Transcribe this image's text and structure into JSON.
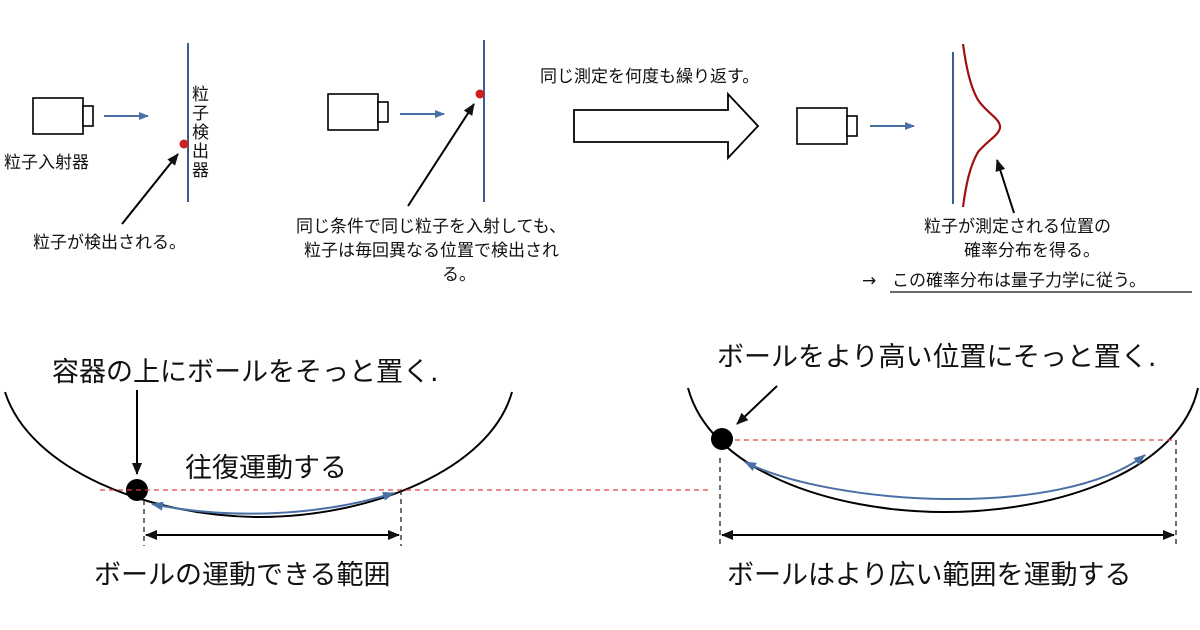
{
  "top": {
    "detector_label": "粒子検出器",
    "emitter_label": "粒子入射器",
    "detected_label": "粒子が検出される。",
    "repeat_label": "同じ測定を何度も繰り返す。",
    "middle_caption": [
      "同じ条件で同じ粒子を入射しても、",
      "粒子は毎回異なる位置で検出され",
      "る。"
    ],
    "right_caption": [
      "粒子が測定される位置の",
      "確率分布を得る。"
    ],
    "conclusion_arrow": "→",
    "conclusion": "この確率分布は量子力学に従う。"
  },
  "bottom": {
    "left_title": "容器の上にボールをそっと置く.",
    "left_motion": "往復運動する",
    "left_range": "ボールの運動できる範囲",
    "right_title": "ボールをより高い位置にそっと置く.",
    "right_range": "ボールはより広い範囲を運動する"
  },
  "colors": {
    "arrow_blue": "#4a6fa5",
    "particle_red": "#cc1f1f",
    "distribution_red": "#a01010",
    "dash_red": "#e04040"
  }
}
